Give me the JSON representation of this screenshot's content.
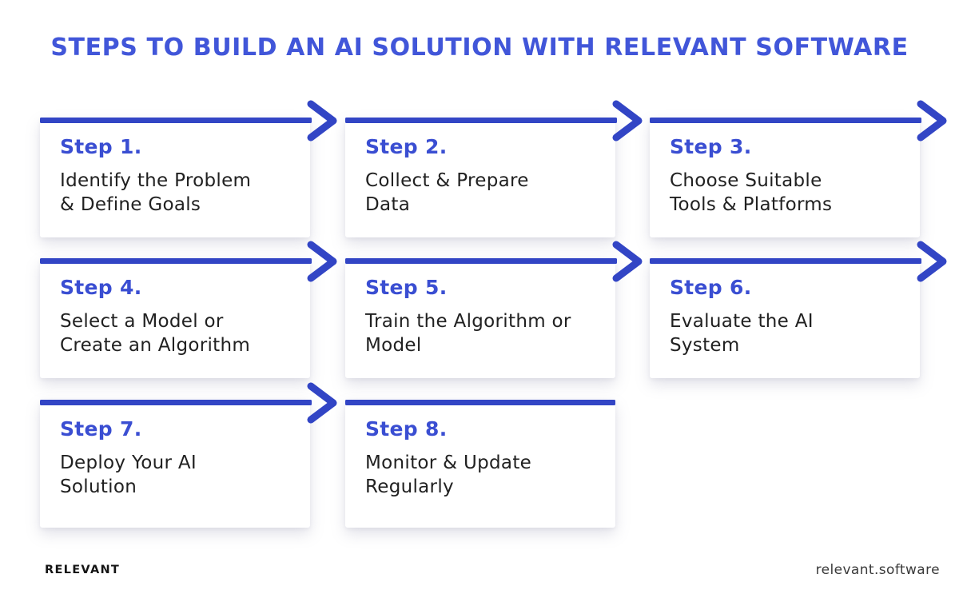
{
  "title": "STEPS TO BUILD AN AI SOLUTION WITH RELEVANT SOFTWARE",
  "steps": [
    {
      "label": "Step 1.",
      "description": "Identify the Problem & Define Goals",
      "lines": [
        "Identify the Problem",
        "& Define Goals"
      ],
      "has_arrow": true
    },
    {
      "label": "Step 2.",
      "description": "Collect & Prepare Data",
      "lines": [
        "Collect & Prepare",
        "Data"
      ],
      "has_arrow": true
    },
    {
      "label": "Step 3.",
      "description": "Choose Suitable Tools & Platforms",
      "lines": [
        "Choose Suitable",
        "Tools & Platforms"
      ],
      "has_arrow": true
    },
    {
      "label": "Step 4.",
      "description": "Select a Model or Create an Algorithm",
      "lines": [
        "Select a Model or",
        "Create an Algorithm"
      ],
      "has_arrow": true
    },
    {
      "label": "Step 5.",
      "description": "Train the Algorithm or Model",
      "lines": [
        "Train the Algorithm or",
        "Model"
      ],
      "has_arrow": true
    },
    {
      "label": "Step 6.",
      "description": "Evaluate the AI System",
      "lines": [
        "Evaluate the AI",
        "System"
      ],
      "has_arrow": true
    },
    {
      "label": "Step 7.",
      "description": "Deploy Your AI Solution",
      "lines": [
        "Deploy Your AI",
        "Solution"
      ],
      "has_arrow": true
    },
    {
      "label": "Step 8.",
      "description": "Monitor & Update Regularly",
      "lines": [
        "Monitor & Update",
        "Regularly"
      ],
      "has_arrow": false
    }
  ],
  "footer": {
    "brand": "RELEVANT",
    "website": "relevant.software"
  },
  "colors": {
    "title_blue": "#4156d9",
    "step_blue": "#3a4ed2",
    "arrow_blue": "#3245c5",
    "text_dark": "#212121"
  }
}
